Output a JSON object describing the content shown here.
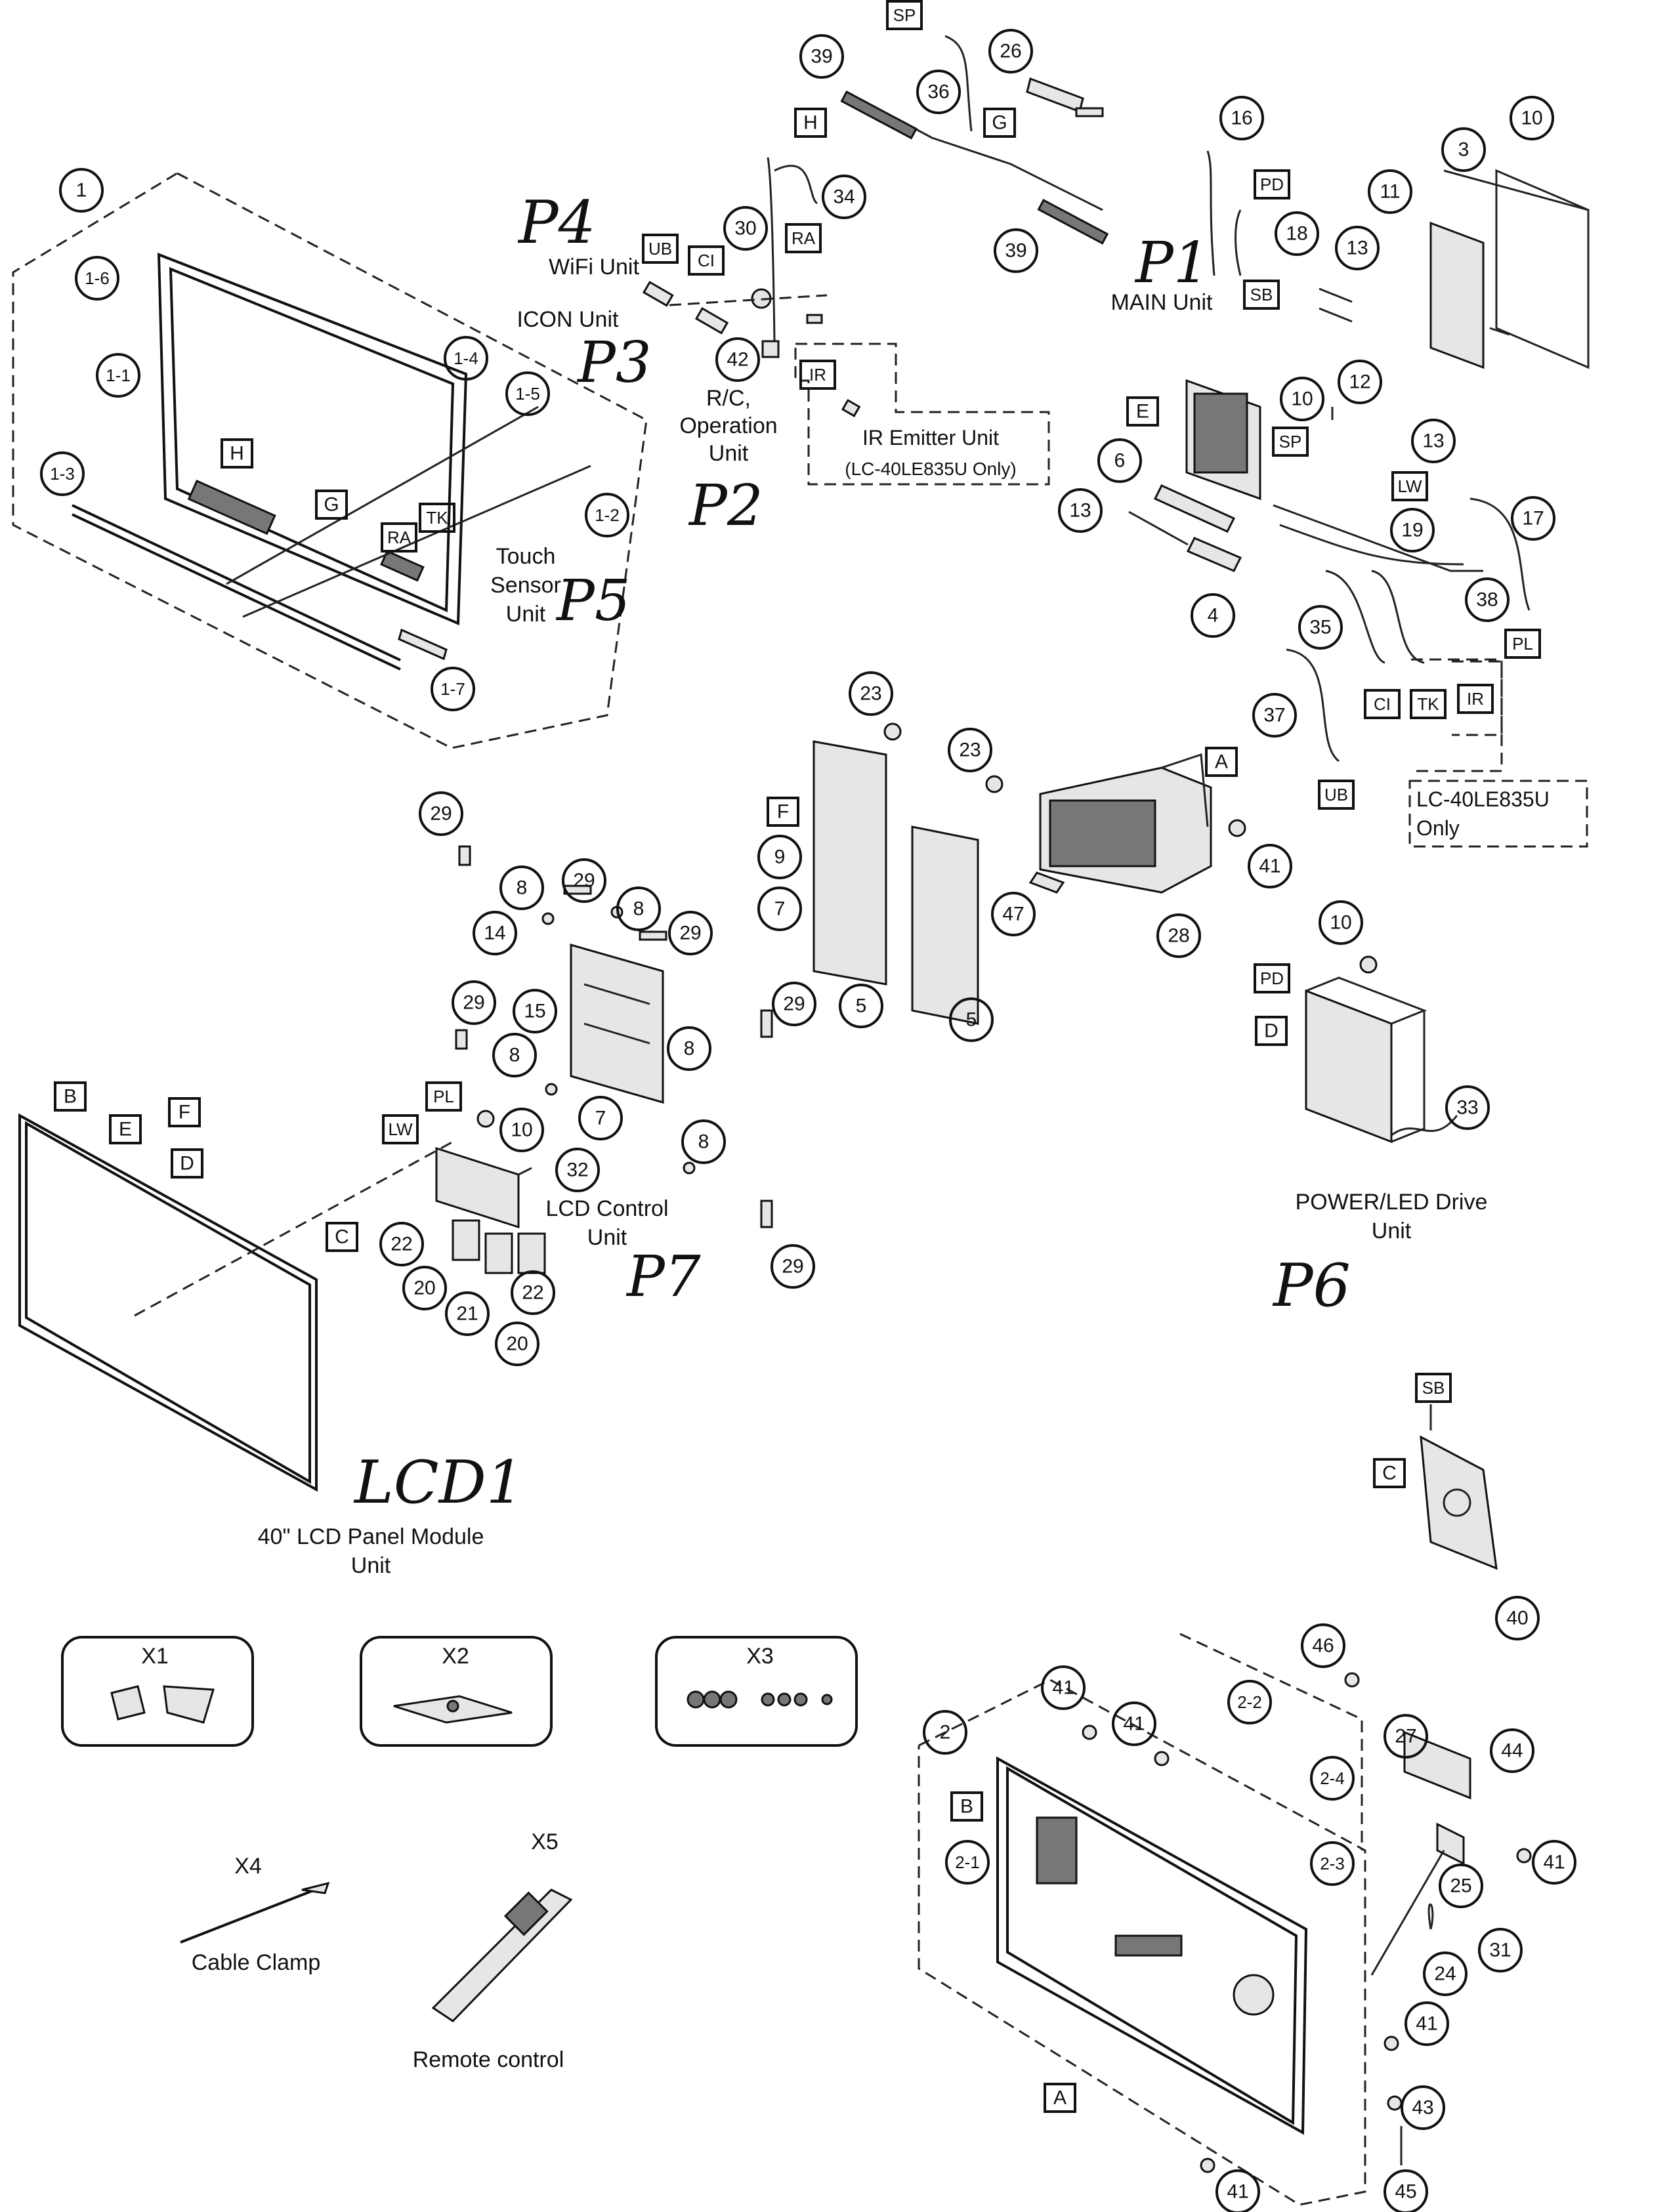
{
  "callouts": [
    "1",
    "1-1",
    "1-2",
    "1-3",
    "1-4",
    "1-5",
    "1-6",
    "1-7",
    "2",
    "2-1",
    "2-2",
    "2-3",
    "2-4",
    "3",
    "4",
    "5",
    "6",
    "7",
    "8",
    "9",
    "10",
    "11",
    "12",
    "13",
    "14",
    "15",
    "16",
    "17",
    "18",
    "19",
    "20",
    "21",
    "22",
    "23",
    "24",
    "25",
    "26",
    "27",
    "28",
    "29",
    "30",
    "31",
    "32",
    "33",
    "34",
    "35",
    "36",
    "37",
    "38",
    "39",
    "40",
    "41",
    "42",
    "43",
    "44",
    "45",
    "46",
    "47"
  ],
  "connectors": [
    "A",
    "B",
    "C",
    "D",
    "E",
    "F",
    "G",
    "H",
    "CI",
    "IR",
    "LW",
    "PD",
    "PL",
    "RA",
    "SB",
    "SP",
    "TK",
    "UB"
  ],
  "units": {
    "wifi": "WiFi Unit",
    "icon": "ICON Unit",
    "rc": "R/C, Operation Unit",
    "ir": "IR Emitter Unit",
    "ir_note": "(LC-40LE835U Only)",
    "main": "MAIN Unit",
    "touch": "Touch Sensor Unit",
    "lcd_control": "LCD Control Unit",
    "power": "POWER/LED Drive Unit",
    "panel": "40\" LCD Panel Module Unit",
    "model_note": "LC-40LE835U Only"
  },
  "handwritten": {
    "p1": "P1",
    "p2": "P2",
    "p3": "P3",
    "p4": "P4",
    "p5": "P5",
    "p6": "P6",
    "p7": "P7",
    "lcd1": "LCD1"
  },
  "accessories": {
    "x1": "X1",
    "x2": "X2",
    "x3": "X3",
    "x4": "X4",
    "x5": "X5",
    "cable_clamp": "Cable Clamp",
    "remote": "Remote control"
  }
}
